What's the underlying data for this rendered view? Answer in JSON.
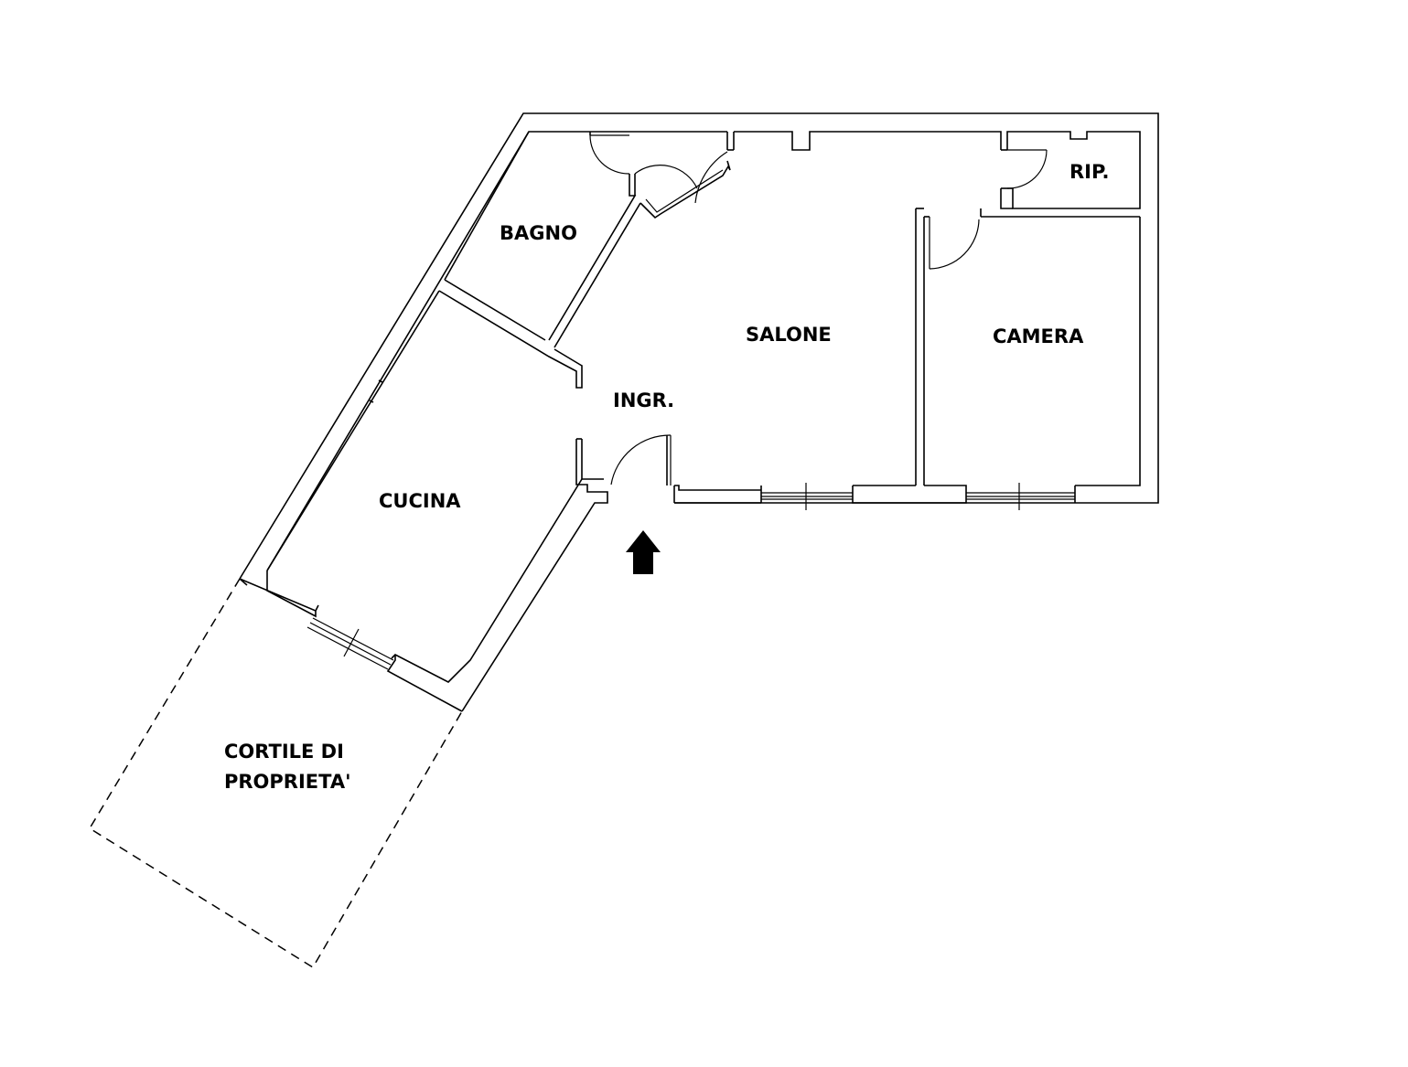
{
  "rooms": {
    "bagno": "BAGNO",
    "salone": "SALONE",
    "camera": "CAMERA",
    "rip": "RIP.",
    "ingr": "INGR.",
    "cucina": "CUCINA",
    "cortile_line1": "CORTILE DI",
    "cortile_line2": "PROPRIETA'"
  }
}
